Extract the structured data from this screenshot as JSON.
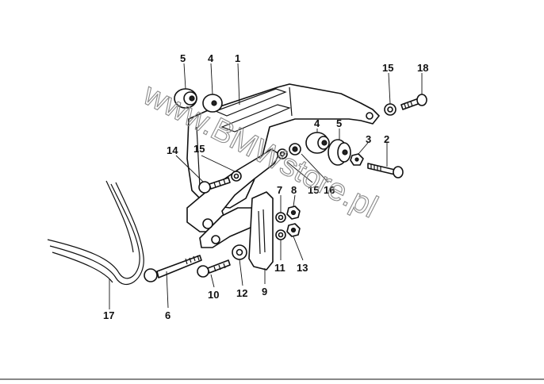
{
  "watermark": "www.BMWstore.pl",
  "part_numbers": {
    "n1": "1",
    "n2": "2",
    "n3": "3",
    "n4a": "4",
    "n4b": "4",
    "n5a": "5",
    "n5b": "5",
    "n6": "6",
    "n7": "7",
    "n8": "8",
    "n9": "9",
    "n10": "10",
    "n11": "11",
    "n12": "12",
    "n13": "13",
    "n14": "14",
    "n15a": "15",
    "n15b": "15",
    "n15c": "15",
    "n16": "16",
    "n17": "17",
    "n18": "18"
  }
}
